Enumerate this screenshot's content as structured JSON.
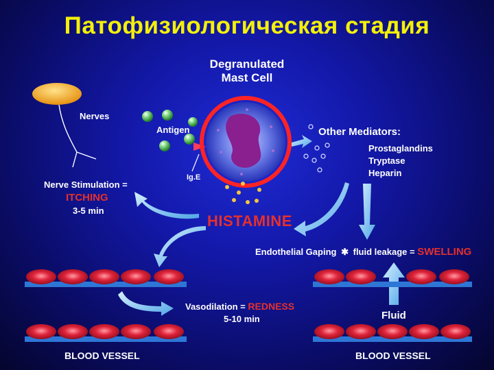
{
  "title": "Патофизиологическая стадия",
  "mast_cell": {
    "line1": "Degranulated",
    "line2": "Mast Cell"
  },
  "labels": {
    "nerves": "Nerves",
    "antigen": "Antigen",
    "ige": "Ig.E",
    "nerve_stimulation": "Nerve Stimulation =",
    "itching": "ITCHING",
    "itching_time": "3-5 min",
    "histamine": "HISTAMINE",
    "other_mediators": "Other Mediators:",
    "mediators": [
      "Prostaglandins",
      "Tryptase",
      "Heparin"
    ],
    "endothelial": "Endothelial Gaping",
    "fluid_leakage": "fluid leakage =",
    "swelling": "SWELLING",
    "vasodilation": "Vasodilation =",
    "redness": "REDNESS",
    "vaso_time": "5-10 min",
    "fluid": "Fluid",
    "blood_vessel_left": "BLOOD VESSEL",
    "blood_vessel_right": "BLOOD VESSEL"
  },
  "colors": {
    "title": "#f3f00a",
    "accent_red": "#e5302d",
    "arrow": "#7ec3f0",
    "vessel_cell": "#e0243a",
    "vessel_bar": "#2e76d6",
    "antigen": "#3fb24a",
    "nerve_ending": "#f5a623"
  }
}
